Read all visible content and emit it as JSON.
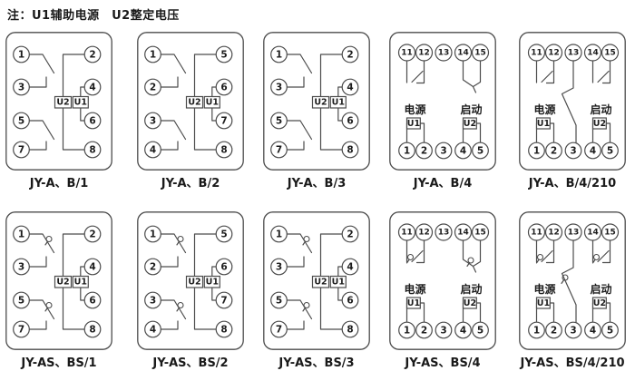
{
  "note": "注：U1辅助电源　U2整定电压",
  "colors": {
    "line": "#4c4c4c",
    "text": "#1c1c1c",
    "background": "#ffffff"
  },
  "diagrams": [
    {
      "caption": "JY-A、B/1",
      "kind": "side8",
      "hooks": false,
      "left": [
        "1",
        "3",
        "5",
        "7"
      ],
      "right": [
        "2",
        "4",
        "6",
        "8"
      ],
      "center_boxes": [
        "U2",
        "U1"
      ]
    },
    {
      "caption": "JY-A、B/2",
      "kind": "side8",
      "hooks": false,
      "left": [
        "1",
        "2",
        "3",
        "4"
      ],
      "right": [
        "5",
        "6",
        "7",
        "8"
      ],
      "center_boxes": [
        "U2",
        "U1"
      ]
    },
    {
      "caption": "JY-A、B/3",
      "kind": "side8",
      "hooks": false,
      "left": [
        "1",
        "3",
        "5",
        "7"
      ],
      "right": [
        "2",
        "4",
        "6",
        "8"
      ],
      "center_boxes": [
        "U2",
        "U1"
      ]
    },
    {
      "caption": "JY-A、B/4",
      "kind": "top15",
      "hooks": false,
      "variant": "v",
      "top": [
        "11",
        "12",
        "13",
        "14",
        "15"
      ],
      "bottom": [
        "1",
        "2",
        "3",
        "4",
        "5"
      ],
      "power_label": "电源",
      "start_label": "启动",
      "power_unit": "U1",
      "start_unit": "U2"
    },
    {
      "caption": "JY-A、B/4/210",
      "kind": "top15",
      "hooks": false,
      "variant": "210",
      "top": [
        "11",
        "12",
        "13",
        "14",
        "15"
      ],
      "bottom": [
        "1",
        "2",
        "3",
        "4",
        "5"
      ],
      "power_label": "电源",
      "start_label": "启动",
      "power_unit": "U1",
      "start_unit": "U2"
    },
    {
      "caption": "JY-AS、BS/1",
      "kind": "side8",
      "hooks": true,
      "left": [
        "1",
        "3",
        "5",
        "7"
      ],
      "right": [
        "2",
        "4",
        "6",
        "8"
      ],
      "center_boxes": [
        "U2",
        "U1"
      ]
    },
    {
      "caption": "JY-AS、BS/2",
      "kind": "side8",
      "hooks": true,
      "left": [
        "1",
        "2",
        "3",
        "4"
      ],
      "right": [
        "5",
        "6",
        "7",
        "8"
      ],
      "center_boxes": [
        "U2",
        "U1"
      ]
    },
    {
      "caption": "JY-AS、BS/3",
      "kind": "side8",
      "hooks": true,
      "left": [
        "1",
        "3",
        "5",
        "7"
      ],
      "right": [
        "2",
        "4",
        "6",
        "8"
      ],
      "center_boxes": [
        "U2",
        "U1"
      ]
    },
    {
      "caption": "JY-AS、BS/4",
      "kind": "top15",
      "hooks": true,
      "variant": "v",
      "top": [
        "11",
        "12",
        "13",
        "14",
        "15"
      ],
      "bottom": [
        "1",
        "2",
        "3",
        "4",
        "5"
      ],
      "power_label": "电源",
      "start_label": "启动",
      "power_unit": "U1",
      "start_unit": "U2"
    },
    {
      "caption": "JY-AS、BS/4/210",
      "kind": "top15",
      "hooks": true,
      "variant": "210",
      "top": [
        "11",
        "12",
        "13",
        "14",
        "15"
      ],
      "bottom": [
        "1",
        "2",
        "3",
        "4",
        "5"
      ],
      "power_label": "电源",
      "start_label": "启动",
      "power_unit": "U1",
      "start_unit": "U2"
    }
  ]
}
